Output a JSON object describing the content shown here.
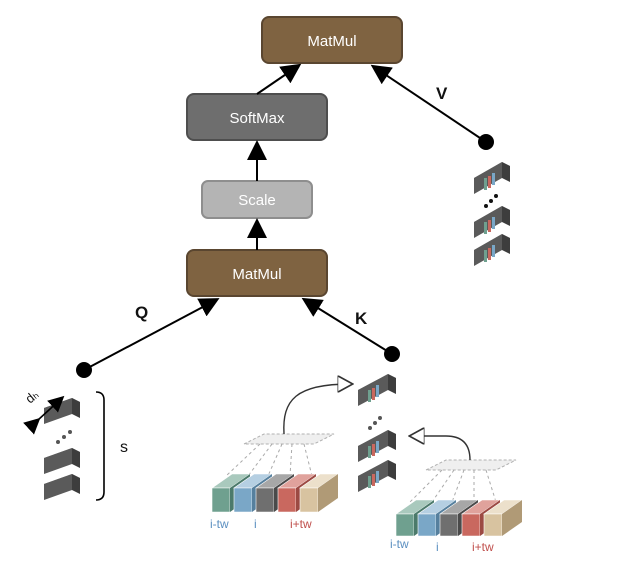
{
  "boxes": {
    "matmul_top": "MatMul",
    "softmax": "SoftMax",
    "scale": "Scale",
    "matmul_bottom": "MatMul"
  },
  "letters": {
    "q": "Q",
    "k": "K",
    "v": "V",
    "s": "s",
    "dh": "dₕ"
  },
  "window_labels_left": [
    "i-tw",
    "i",
    "i+tw"
  ],
  "window_labels_right": [
    "i-tw",
    "i",
    "i+tw"
  ],
  "colors": {
    "matmul": "#7f6341",
    "softmax": "#6e6e6e",
    "scale": "#b4b4b4",
    "slab_dark": "#5a5a5a",
    "window": [
      "#6fa08f",
      "#7aa7c7",
      "#6f6f6f",
      "#c9685f",
      "#d8c3a0"
    ],
    "label_blue": "#5b8fc0",
    "label_red": "#c0504d"
  }
}
